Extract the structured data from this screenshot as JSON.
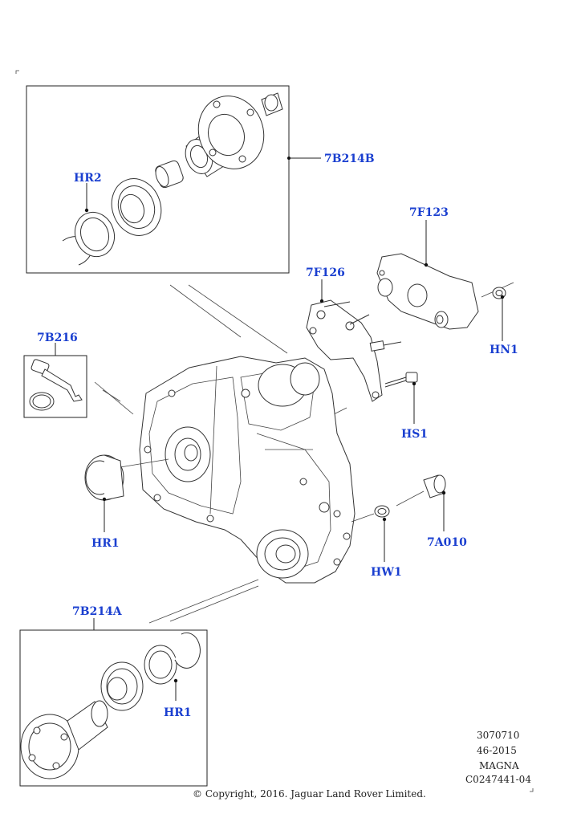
{
  "labels": {
    "hr2": "HR2",
    "b7b214b": "7B214B",
    "f7f123": "7F123",
    "f7f126": "7F126",
    "hn1": "HN1",
    "b7b216": "7B216",
    "hs1": "HS1",
    "hr1_left": "HR1",
    "a7a010": "7A010",
    "hw1": "HW1",
    "b7b214a": "7B214A",
    "hr1_bottom": "HR1"
  },
  "meta": {
    "line1": "3070710",
    "line2": "46-2015",
    "line3": "MAGNA",
    "line4": "C0247441-04"
  },
  "copyright": "© Copyright, 2016. Jaguar Land Rover Limited.",
  "colors": {
    "label": "#1a3fd0",
    "line": "#222222"
  }
}
